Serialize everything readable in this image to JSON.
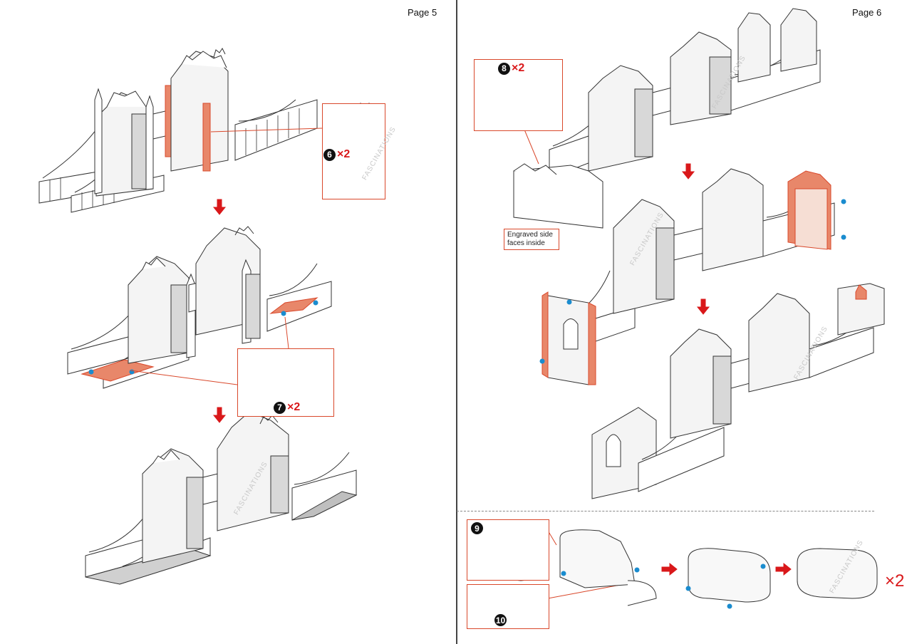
{
  "left_page": {
    "page_label": "Page 5",
    "steps": [
      {
        "part_number": "6",
        "multiplier": "×2"
      },
      {
        "part_number": "7",
        "multiplier": "×2"
      }
    ]
  },
  "right_page": {
    "page_label": "Page 6",
    "steps": [
      {
        "part_number": "8",
        "multiplier": "×2"
      },
      {
        "part_number": "9"
      },
      {
        "part_number": "10"
      }
    ],
    "note_text": "Engraved side faces inside",
    "final_multiplier": "×2"
  },
  "watermark": "FASCINATIONS",
  "colors": {
    "accent_red": "#d9181a",
    "highlight_orange": "#e8876a",
    "callout_line": "#d9482b",
    "connector_blue": "#1a8ccf",
    "line_gray": "#333333"
  }
}
